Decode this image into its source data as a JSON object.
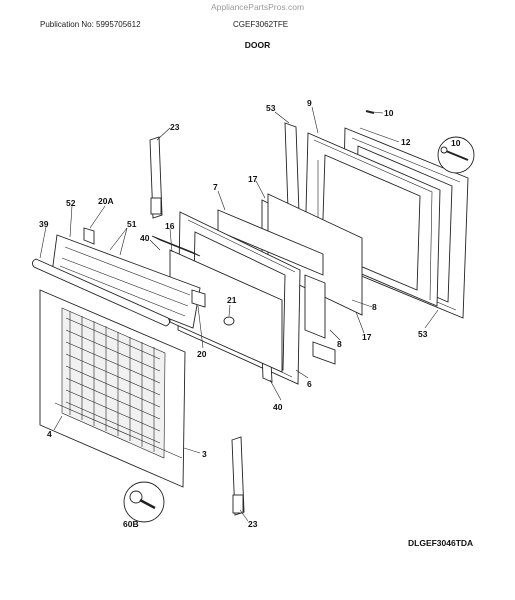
{
  "watermark": "AppliancePartsPros.com",
  "header": {
    "publication": "Publication No: 5995705612",
    "model": "CGEF3062TFE"
  },
  "title": "DOOR",
  "diagram_code": "DLGEF3046TDA",
  "callouts": {
    "c23a": "23",
    "c53a": "53",
    "c9": "9",
    "c10": "10",
    "c12": "12",
    "c10b": "10",
    "c7": "7",
    "c17a": "17",
    "c52": "52",
    "c20A": "20A",
    "c39": "39",
    "c51": "51",
    "c40a": "40",
    "c16": "16",
    "c21": "21",
    "c20": "20",
    "c8a": "8",
    "c17b": "17",
    "c8b": "8",
    "c53b": "53",
    "c6": "6",
    "c40b": "40",
    "c4": "4",
    "c3": "3",
    "c60B": "60B",
    "c23b": "23"
  }
}
